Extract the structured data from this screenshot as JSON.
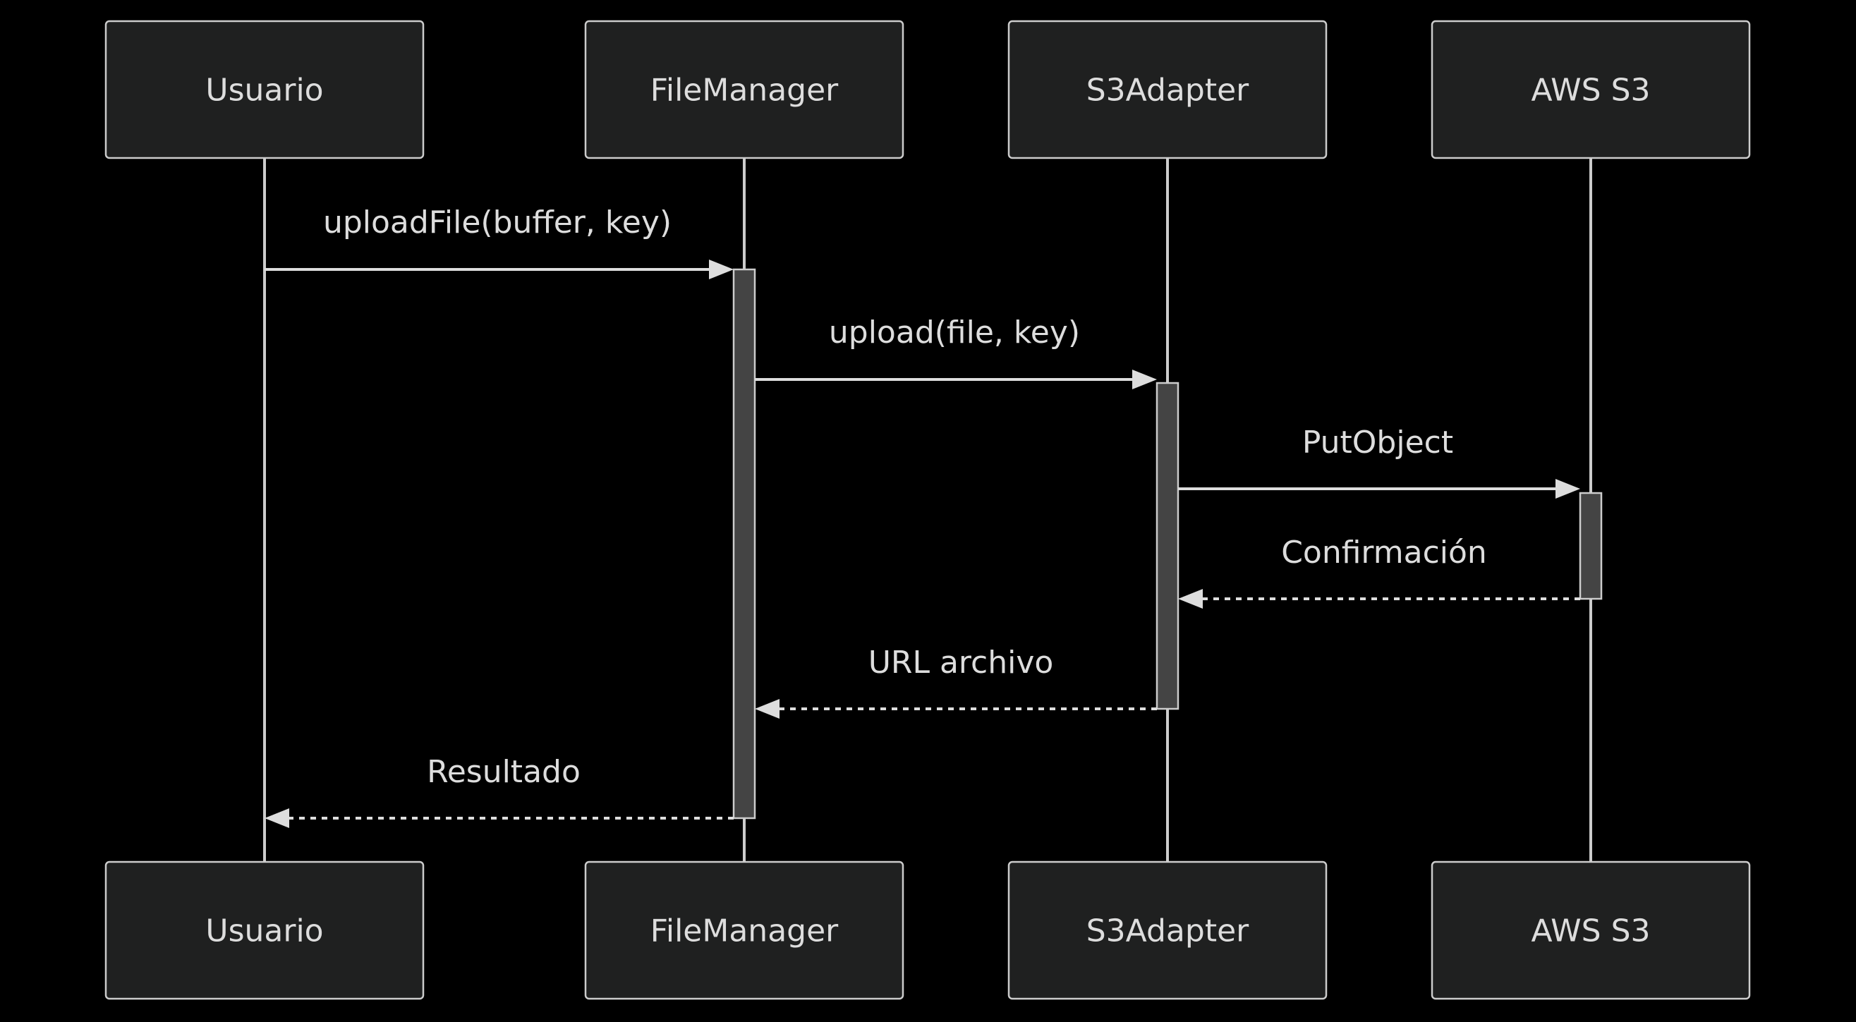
{
  "participants": [
    {
      "id": "usuario",
      "label": "Usuario"
    },
    {
      "id": "filemanager",
      "label": "FileManager"
    },
    {
      "id": "s3adapter",
      "label": "S3Adapter"
    },
    {
      "id": "awss3",
      "label": "AWS S3"
    }
  ],
  "messages": [
    {
      "from": "usuario",
      "to": "filemanager",
      "label": "uploadFile(buffer, key)",
      "style": "solid"
    },
    {
      "from": "filemanager",
      "to": "s3adapter",
      "label": "upload(file, key)",
      "style": "solid"
    },
    {
      "from": "s3adapter",
      "to": "awss3",
      "label": "PutObject",
      "style": "solid"
    },
    {
      "from": "awss3",
      "to": "s3adapter",
      "label": "Confirmación",
      "style": "dashed"
    },
    {
      "from": "s3adapter",
      "to": "filemanager",
      "label": "URL archivo",
      "style": "dashed"
    },
    {
      "from": "filemanager",
      "to": "usuario",
      "label": "Resultado",
      "style": "dashed"
    }
  ],
  "colors": {
    "background": "#000000",
    "box_fill": "#1f2020",
    "box_stroke": "#cccccc",
    "text": "#dddddd",
    "activation_fill": "#444444"
  }
}
